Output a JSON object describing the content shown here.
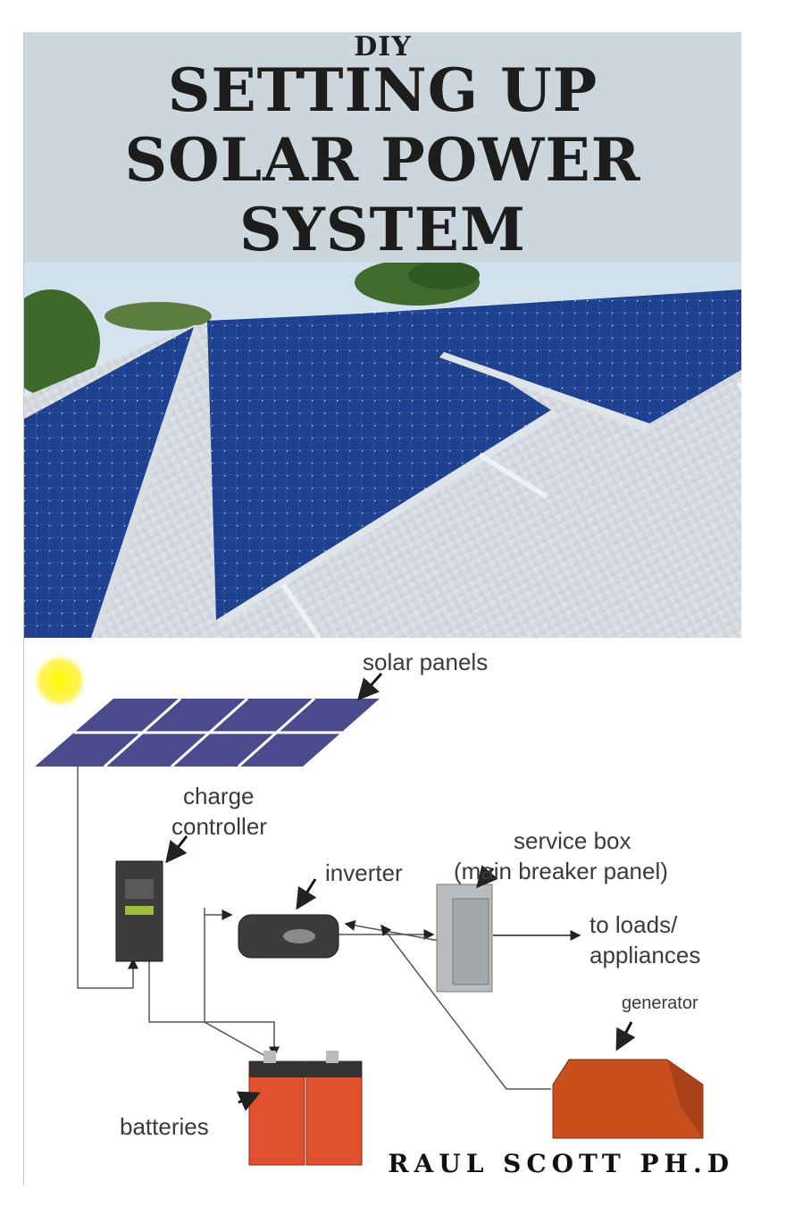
{
  "cover": {
    "kicker": "DIY",
    "title_line_1": "SETTING UP",
    "title_line_2": "SOLAR POWER",
    "title_line_3": "SYSTEM",
    "author": "RAUL SCOTT PH.D"
  },
  "diagram": {
    "solar_panels": "solar panels",
    "charge_controller_1": "charge",
    "charge_controller_2": "controller",
    "inverter": "inverter",
    "service_box_1": "service box",
    "service_box_2": "(main breaker panel)",
    "loads_1": "to loads/",
    "loads_2": "appliances",
    "generator": "generator",
    "batteries": "batteries"
  },
  "colors": {
    "title_band": "#ccd7dd",
    "panel_blue": "#2f4f9e",
    "diagram_panel": "#4a4a8c",
    "battery_orange": "#e0512f",
    "generator_orange": "#c9501c"
  }
}
